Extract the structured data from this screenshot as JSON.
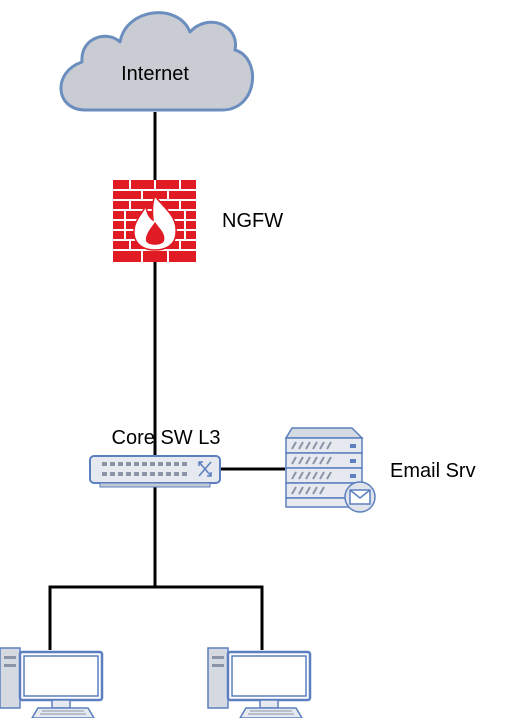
{
  "nodes": {
    "internet": {
      "label": "Internet",
      "icon": "cloud-icon"
    },
    "firewall": {
      "label": "NGFW",
      "icon": "firewall-icon"
    },
    "core_switch": {
      "label": "Core SW L3",
      "icon": "switch-icon"
    },
    "email_server": {
      "label": "Email Srv",
      "icon": "email-server-icon"
    },
    "workstation_1": {
      "label": "",
      "icon": "workstation-icon"
    },
    "workstation_2": {
      "label": "",
      "icon": "workstation-icon"
    }
  },
  "links": [
    {
      "from": "Internet",
      "to": "NGFW"
    },
    {
      "from": "NGFW",
      "to": "Core SW L3"
    },
    {
      "from": "Core SW L3",
      "to": "Email Srv"
    },
    {
      "from": "Core SW L3",
      "to": "workstation-1"
    },
    {
      "from": "Core SW L3",
      "to": "workstation-2"
    }
  ],
  "colors": {
    "line": "#000000",
    "cloud_fill": "#c9ccd3",
    "cloud_stroke": "#6c8ebf",
    "firewall": "#e01b24",
    "device_fill": "#e6e9ef",
    "device_stroke": "#5b7fbf",
    "screen_fill": "#ffffff",
    "envelope_fill": "#dfe3ea"
  }
}
